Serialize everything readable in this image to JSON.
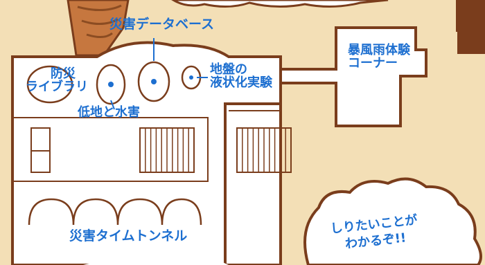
{
  "labels": {
    "bousai_library": [
      "防災",
      "ライブラリ"
    ],
    "lowland_water": "低地と水害",
    "disaster_database": "災害データベース",
    "ground_liquefaction": [
      "地盤の",
      "液状化実験"
    ],
    "storm_corner": [
      "暴風雨体験",
      "コーナー"
    ],
    "time_tunnel": "災害タイムトンネル",
    "speech_bubble": [
      "しりたいことが",
      "わかるぞ!!"
    ]
  },
  "colors": {
    "background": "#f3dfb6",
    "wall": "#7a3d1c",
    "floor": "#ffffff",
    "label_blue": "#1d6fd0",
    "tree_trunk": "#b86b3b"
  }
}
